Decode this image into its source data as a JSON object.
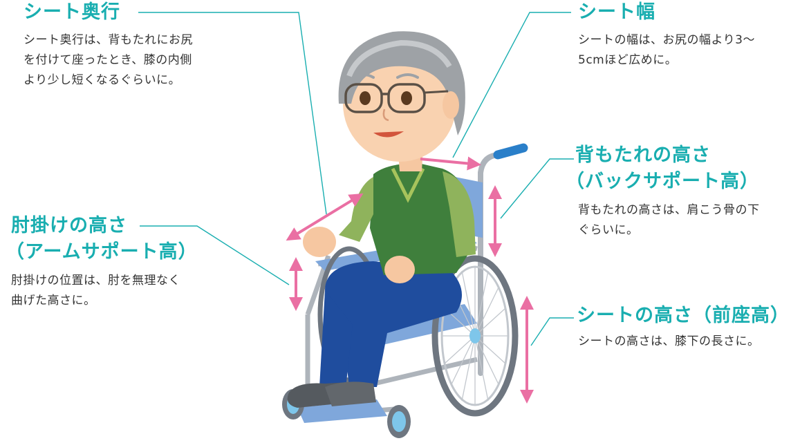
{
  "colors": {
    "accent": "#19aeb0",
    "text": "#333333",
    "arrow": "#ea6fa3",
    "leader": "#19aeb0"
  },
  "annotations": {
    "seat_depth": {
      "title": "シート奥行",
      "desc": [
        "シート奥行は、背もたれにお尻",
        "を付けて座ったとき、膝の内側",
        "より少し短くなるぐらいに。"
      ]
    },
    "seat_width": {
      "title": "シート幅",
      "desc": [
        "シートの幅は、お尻の幅より3〜",
        "5cmほど広めに。"
      ]
    },
    "back_height": {
      "title": "背もたれの高さ",
      "subtitle": "（バックサポート高）",
      "desc": [
        "背もたれの高さは、肩こう骨の下",
        "ぐらいに。"
      ]
    },
    "armrest_height": {
      "title": "肘掛けの高さ",
      "subtitle": "（アームサポート高）",
      "desc": [
        "肘掛けの位置は、肘を無理なく",
        "曲げた高さに。"
      ]
    },
    "seat_height": {
      "title": "シートの高さ（前座高）",
      "desc": [
        "シートの高さは、膝下の長さに。"
      ]
    }
  },
  "illustration": {
    "subject": "elderly-man-in-wheelchair"
  }
}
